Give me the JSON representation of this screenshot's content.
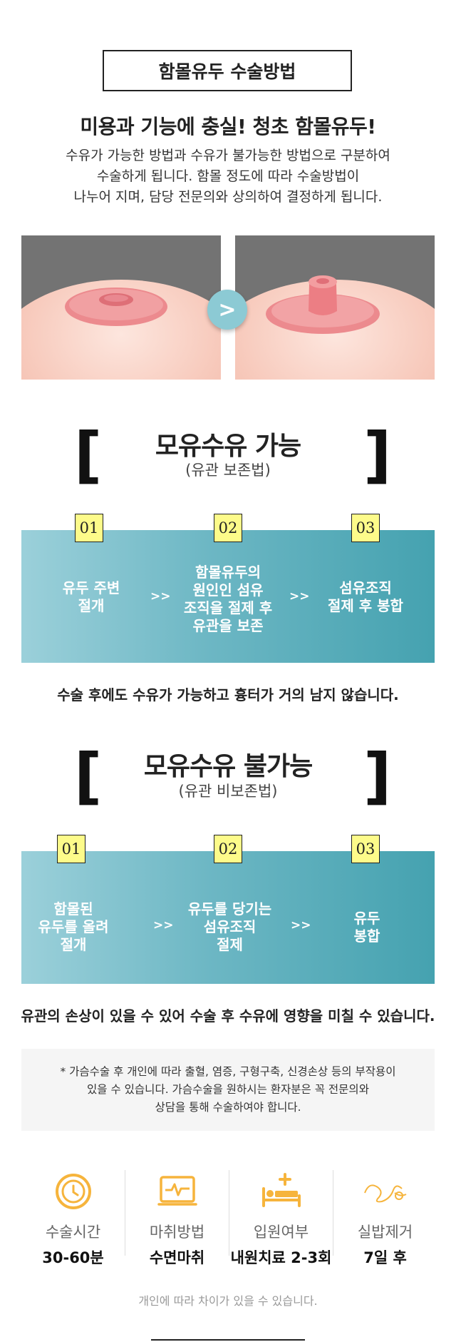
{
  "header": {
    "title": "함몰유두 수술방법",
    "headline": "미용과 기능에 충실! 청초 함몰유두!",
    "intro_lines": [
      "수유가 가능한 방법과 수유가 불가능한 방법으로 구분하여",
      "수술하게 됩니다. 함몰 정도에 따라 수술방법이",
      "나누어 지며, 담당 전문의와 상의하여 결정하게 됩니다."
    ]
  },
  "compare": {
    "arrow": ">",
    "colors": {
      "sky": "#737373",
      "button": "#8ccad4",
      "nipple": "#ee8e8e"
    }
  },
  "section1": {
    "bracket_left": "[",
    "bracket_right": "]",
    "title": "모유수유 가능",
    "subtitle": "(유관 보존법)",
    "steps": [
      {
        "num": "01",
        "lines": [
          "유두 주변",
          "절개"
        ]
      },
      {
        "num": "02",
        "lines": [
          "함몰유두의",
          "원인인 섬유",
          "조직을 절제 후",
          "유관을 보존"
        ]
      },
      {
        "num": "03",
        "lines": [
          "섬유조직",
          "절제 후 봉합"
        ]
      }
    ],
    "separator": ">>",
    "note": "수술 후에도 수유가 가능하고 흉터가 거의 남지 않습니다."
  },
  "section2": {
    "bracket_left": "[",
    "bracket_right": "]",
    "title": "모유수유 불가능",
    "subtitle": "(유관 비보존법)",
    "steps": [
      {
        "num": "01",
        "lines": [
          "함몰된",
          "유두를 올려",
          "절개"
        ]
      },
      {
        "num": "02",
        "lines": [
          "유두를 당기는",
          "섬유조직",
          "절제"
        ]
      },
      {
        "num": "03",
        "lines": [
          "유두",
          "봉합"
        ]
      }
    ],
    "separator": ">>",
    "note": "유관의 손상이 있을 수 있어 수술 후 수유에 영향을 미칠 수 있습니다."
  },
  "disclaimer": {
    "lines": [
      "* 가슴수술 후 개인에 따라 출혈, 염증, 구형구축, 신경손상 등의 부작용이",
      "있을 수 있습니다. 가슴수술을 원하시는 환자분은 꼭 전문의와",
      "상담을 통해 수술하여야 합니다."
    ]
  },
  "info": [
    {
      "icon": "clock-icon",
      "label": "수술시간",
      "value": "30-60분"
    },
    {
      "icon": "monitor-heartbeat-icon",
      "label": "마취방법",
      "value": "수면마취"
    },
    {
      "icon": "hospital-bed-icon",
      "label": "입원여부",
      "value": "내원치료 2-3회"
    },
    {
      "icon": "suture-icon",
      "label": "실밥제거",
      "value": "7일 후"
    }
  ],
  "footer_note": "개인에 따라 차이가 있을 수 있습니다.",
  "theme": {
    "accent_icon": "#f6b43c",
    "band_start": "#9bd0da",
    "band_end": "#45a2b0",
    "step_tag": "#fdfb8a"
  }
}
